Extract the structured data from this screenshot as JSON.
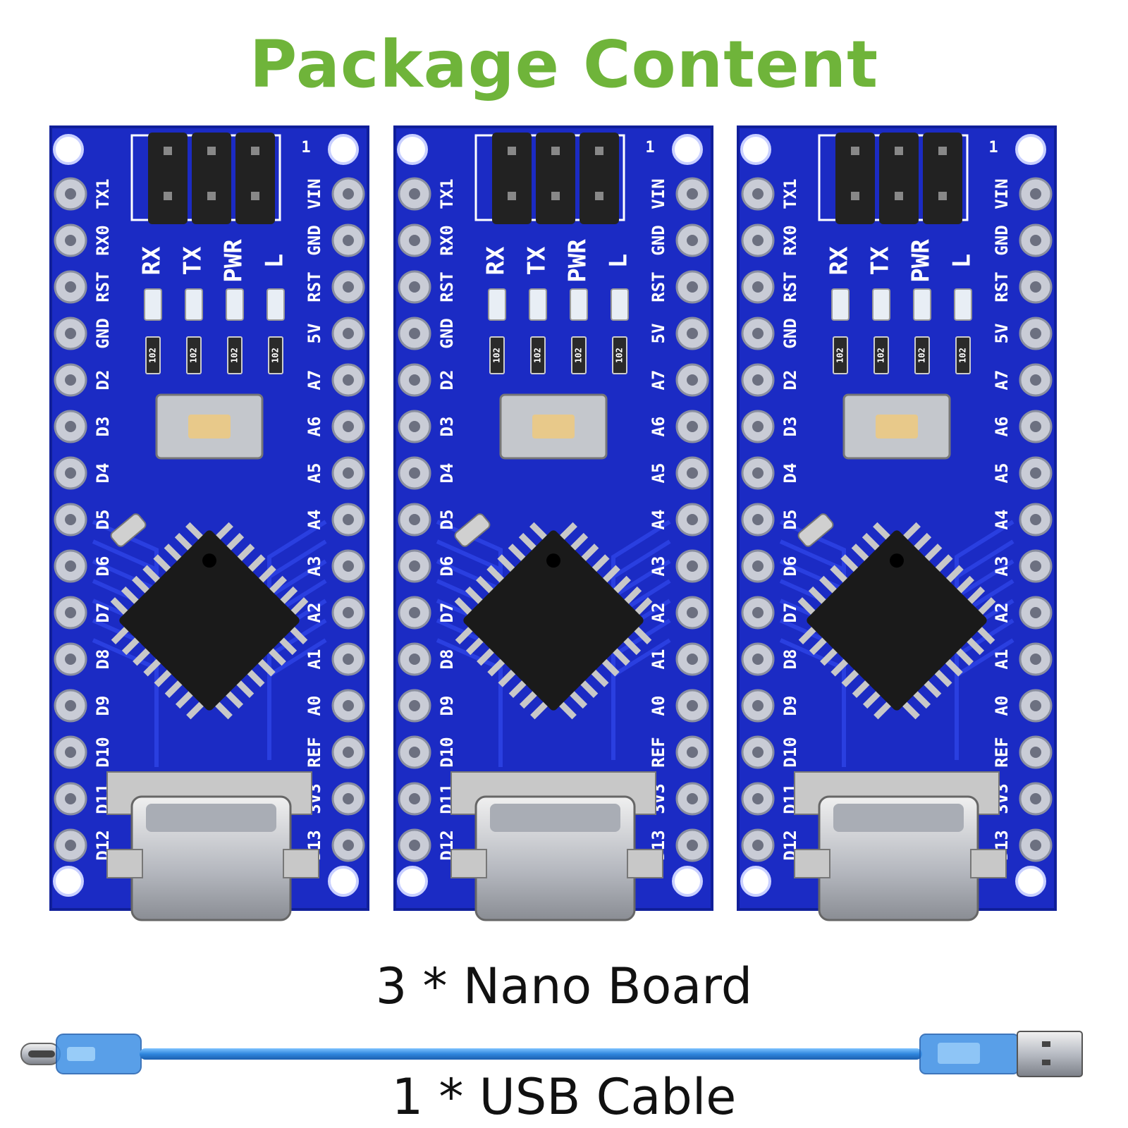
{
  "title": "Package Content",
  "captions": {
    "boards": "3 * Nano Board",
    "cable": "1 * USB Cable"
  },
  "board": {
    "count": 3,
    "left_pins": [
      "TX1",
      "RX0",
      "RST",
      "GND",
      "D2",
      "D3",
      "D4",
      "D5",
      "D6",
      "D7",
      "D8",
      "D9",
      "D10",
      "D11",
      "D12"
    ],
    "right_pins": [
      "VIN",
      "GND",
      "RST",
      "5V",
      "A7",
      "A6",
      "A5",
      "A4",
      "A3",
      "A2",
      "A1",
      "A0",
      "REF",
      "3V3",
      "D13"
    ],
    "leds": [
      "RX",
      "TX",
      "PWR",
      "L"
    ],
    "resistor_code": "102",
    "header_pin1": "1",
    "colors": {
      "pcb": "#1b2bc4",
      "pcb_edge": "#101f9a",
      "trace": "#2a3fe0",
      "silk": "#ffffff",
      "chip": "#1a1a1a",
      "pad": "#c9ccd6"
    }
  },
  "colors": {
    "title": "#6fb43a",
    "cable": "#3b8fe0"
  }
}
